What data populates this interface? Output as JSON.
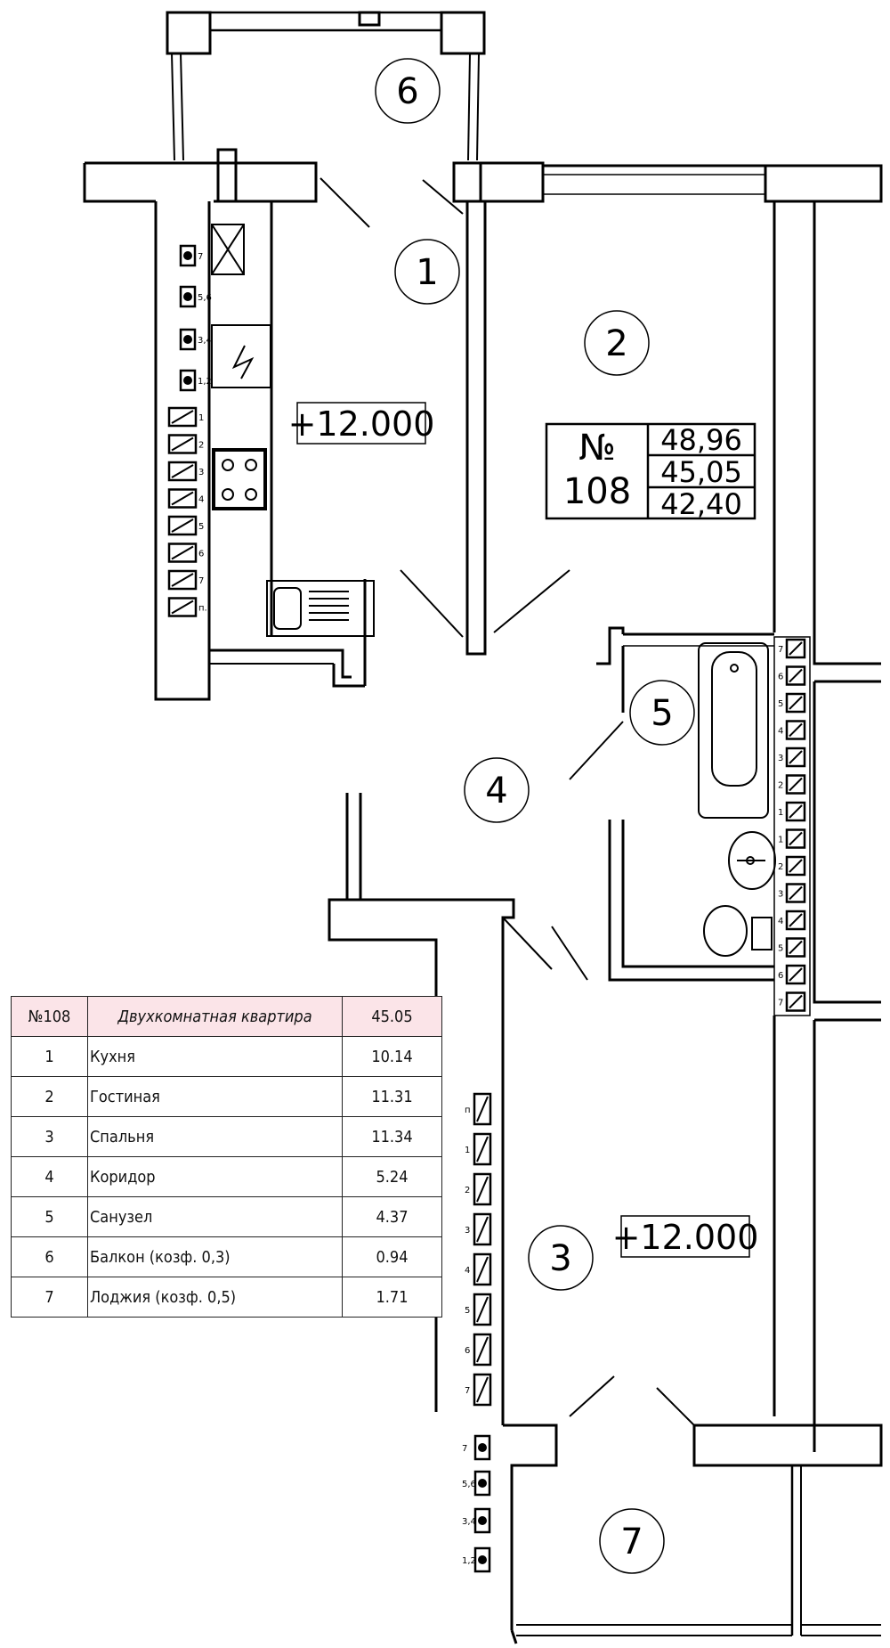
{
  "apartment": {
    "number_sign": "№",
    "number": "108",
    "areas": [
      "48,96",
      "45,05",
      "42,40"
    ]
  },
  "level_marks": [
    "+12.000",
    "+12.000"
  ],
  "room_markers": [
    "1",
    "2",
    "3",
    "4",
    "5",
    "6",
    "7"
  ],
  "legend": {
    "header": {
      "code": "№108",
      "title": "Двухкомнатная квартира",
      "area": "45.05"
    },
    "rows": [
      {
        "num": "1",
        "name": "Кухня",
        "area": "10.14"
      },
      {
        "num": "2",
        "name": "Гостиная",
        "area": "11.31"
      },
      {
        "num": "3",
        "name": "Спальня",
        "area": "11.34"
      },
      {
        "num": "4",
        "name": "Коридор",
        "area": "5.24"
      },
      {
        "num": "5",
        "name": "Санузел",
        "area": "4.37"
      },
      {
        "num": "6",
        "name": "Балкон (козф. 0,3)",
        "area": "0.94"
      },
      {
        "num": "7",
        "name": "Лоджия (козф. 0,5)",
        "area": "1.71"
      }
    ]
  },
  "riser_labels": {
    "kitchen": [
      "7",
      "5,6",
      "3,4",
      "1,2",
      "1",
      "2",
      "3",
      "4",
      "5",
      "6",
      "7",
      "п."
    ],
    "bath": [
      "7",
      "6",
      "5",
      "4",
      "3",
      "2",
      "1",
      "1",
      "2",
      "3",
      "4",
      "5",
      "6",
      "7"
    ],
    "bedroom": [
      "п",
      "1",
      "2",
      "3",
      "4",
      "5",
      "6",
      "7",
      "7",
      "5,6",
      "3,4",
      "1,2"
    ]
  }
}
